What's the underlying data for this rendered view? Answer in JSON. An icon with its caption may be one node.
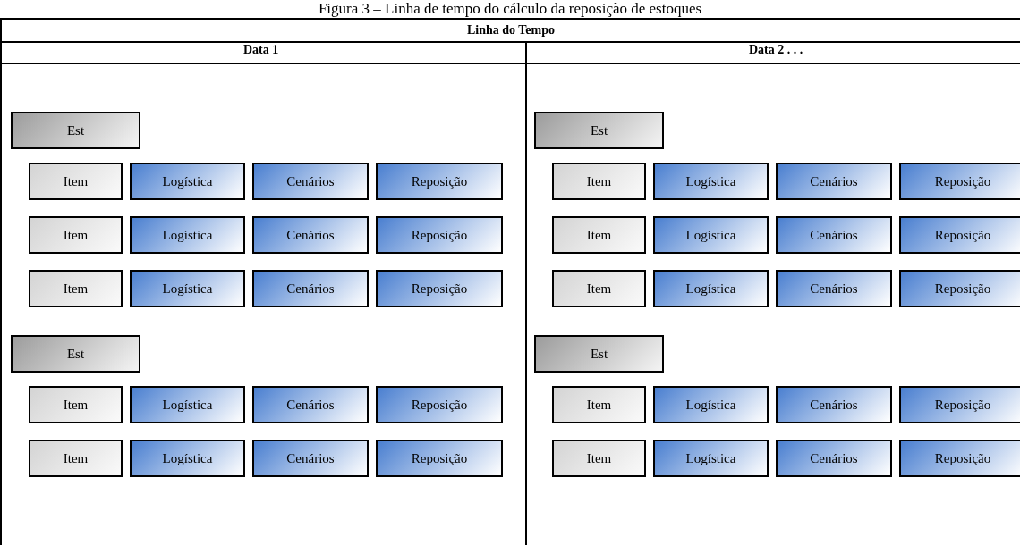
{
  "diagram": {
    "title": "Figura 3 – Linha de tempo do cálculo da reposição de estoques",
    "nodes": [
      {
        "text": [
          "Linha do Tempo"
        ]
      },
      {
        "text": [
          "Data 1"
        ],
        "in": 0
      },
      {
        "text": [
          "Est"
        ],
        "in": 1
      },
      {
        "text": [
          "Item"
        ],
        "in": 1
      },
      {
        "text": [
          "Logística"
        ],
        "in": 1
      },
      {
        "text": [
          "Cenários"
        ],
        "in": 1
      },
      {
        "text": [
          "Reposição"
        ],
        "in": 1
      },
      {
        "text": [
          "Item"
        ],
        "in": 1
      },
      {
        "text": [
          "Logística"
        ],
        "in": 1
      },
      {
        "text": [
          "Cenários"
        ],
        "in": 1
      },
      {
        "text": [
          "Reposição"
        ],
        "in": 1
      },
      {
        "text": [
          "Item"
        ],
        "in": 1
      },
      {
        "text": [
          "Logística"
        ],
        "in": 1
      },
      {
        "text": [
          "Cenários"
        ],
        "in": 1
      },
      {
        "text": [
          "Reposição"
        ],
        "in": 1
      },
      {
        "text": [
          "Est"
        ],
        "in": 1
      },
      {
        "text": [
          "Item"
        ],
        "in": 1
      },
      {
        "text": [
          "Logística"
        ],
        "in": 1
      },
      {
        "text": [
          "Cenários"
        ],
        "in": 1
      },
      {
        "text": [
          "Reposição"
        ],
        "in": 1
      },
      {
        "text": [
          "Item"
        ],
        "in": 1
      },
      {
        "text": [
          "Logística"
        ],
        "in": 1
      },
      {
        "text": [
          "Cenários"
        ],
        "in": 1
      },
      {
        "text": [
          "Reposição"
        ],
        "in": 1
      },
      {
        "text": [
          "Data 2 . . ."
        ],
        "in": 0
      },
      {
        "text": [
          "Est"
        ],
        "in": 24
      },
      {
        "text": [
          "Item"
        ],
        "in": 24
      },
      {
        "text": [
          "Logística"
        ],
        "in": 24
      },
      {
        "text": [
          "Cenários"
        ],
        "in": 24
      },
      {
        "text": [
          "Reposição"
        ],
        "in": 24
      },
      {
        "text": [
          "Item"
        ],
        "in": 24
      },
      {
        "text": [
          "Logística"
        ],
        "in": 24
      },
      {
        "text": [
          "Cenários"
        ],
        "in": 24
      },
      {
        "text": [
          "Reposição"
        ],
        "in": 24
      },
      {
        "text": [
          "Item"
        ],
        "in": 24
      },
      {
        "text": [
          "Logística"
        ],
        "in": 24
      },
      {
        "text": [
          "Cenários"
        ],
        "in": 24
      },
      {
        "text": [
          "Reposição"
        ],
        "in": 24
      },
      {
        "text": [
          "Est"
        ],
        "in": 24
      },
      {
        "text": [
          "Item"
        ],
        "in": 24
      },
      {
        "text": [
          "Logística"
        ],
        "in": 24
      },
      {
        "text": [
          "Cenários"
        ],
        "in": 24
      },
      {
        "text": [
          "Reposição"
        ],
        "in": 24
      },
      {
        "text": [
          "Item"
        ],
        "in": 24
      },
      {
        "text": [
          "Logística"
        ],
        "in": 24
      },
      {
        "text": [
          "Cenários"
        ],
        "in": 24
      },
      {
        "text": [
          "Reposição"
        ],
        "in": 24
      }
    ]
  }
}
